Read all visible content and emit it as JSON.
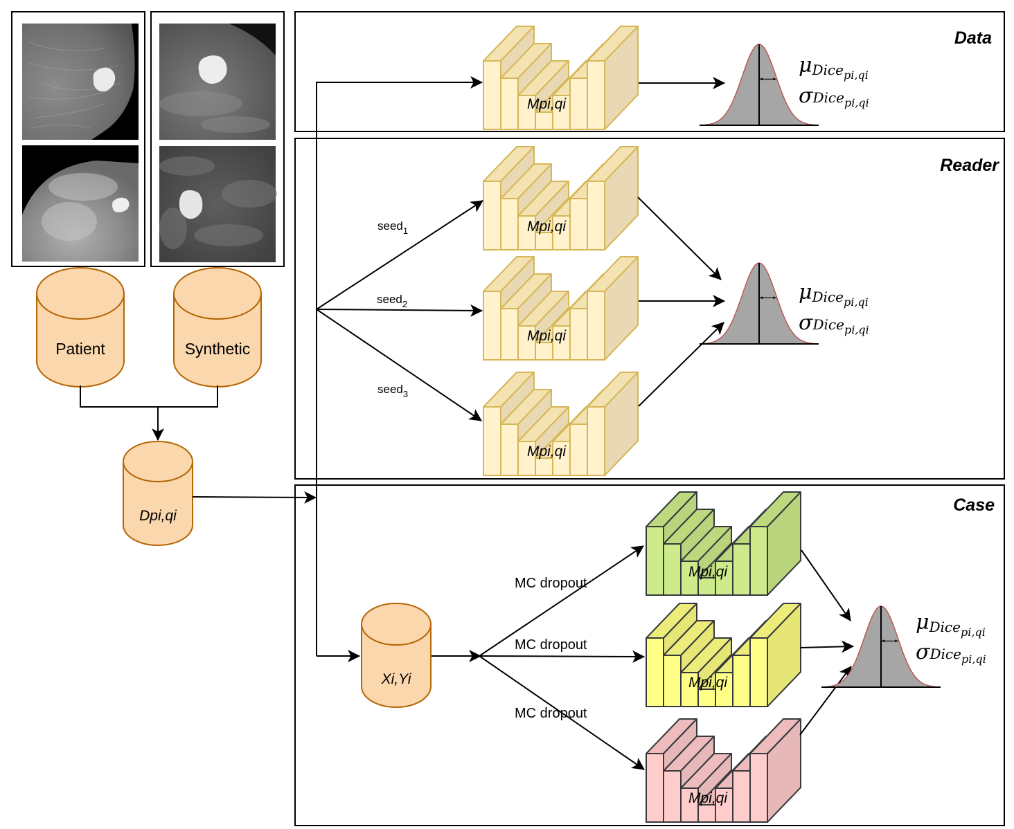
{
  "panels": {
    "data": {
      "title": "Data"
    },
    "reader": {
      "title": "Reader"
    },
    "case": {
      "title": "Case"
    }
  },
  "databases": {
    "patient": "Patient",
    "synthetic": "Synthetic",
    "combined": "Dpi,qi",
    "case_input": "Xi,Yi"
  },
  "images": {
    "patient_column": [
      "patient-mammogram-1",
      "patient-mammogram-2"
    ],
    "synthetic_column": [
      "synthetic-mammogram-1",
      "synthetic-mammogram-2"
    ]
  },
  "network_label": "Mpi,qi",
  "reader_edges": [
    {
      "label": "seed",
      "sub": "1"
    },
    {
      "label": "seed",
      "sub": "2"
    },
    {
      "label": "seed",
      "sub": "3"
    }
  ],
  "case_edges": [
    "MC dropout",
    "MC dropout",
    "MC dropout"
  ],
  "stats": {
    "mu": "μ",
    "sigma": "σ",
    "metric": "Dice",
    "subscript": "pi,qi"
  },
  "colors": {
    "unet_data": {
      "front": "#fff2cc",
      "top": "#f3e3b3",
      "side": "#e8d9b4",
      "stroke": "#d6b656"
    },
    "unet_green": {
      "front": "#cdeb8b",
      "top": "#bcd97e",
      "side": "#b9d47c",
      "stroke": "#36393d"
    },
    "unet_yellow": {
      "front": "#ffff88",
      "top": "#ecec7a",
      "side": "#e6e676",
      "stroke": "#36393d"
    },
    "unet_pink": {
      "front": "#ffcccc",
      "top": "#eebcbc",
      "side": "#e6b8b7",
      "stroke": "#36393d"
    },
    "database_fill": "#fad7ac",
    "database_stroke": "#b46504",
    "gaussian_fill": "#a6a6a6",
    "gaussian_stroke": "#b85450"
  }
}
